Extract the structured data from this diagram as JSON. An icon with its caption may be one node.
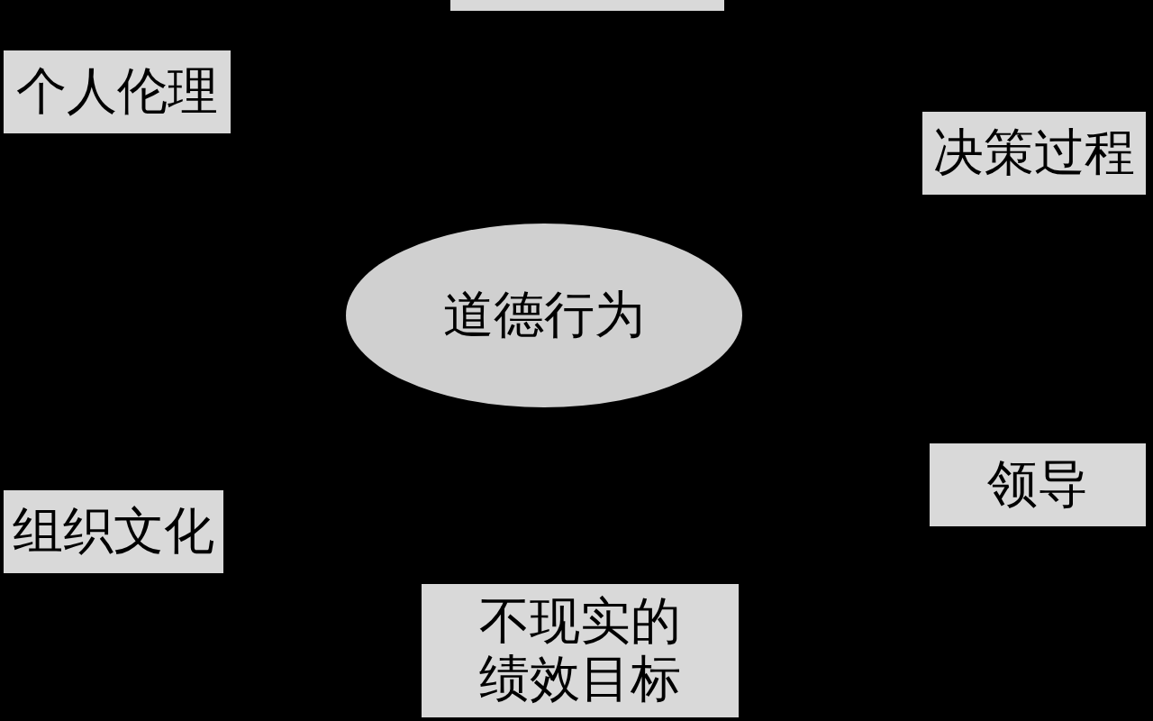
{
  "diagram": {
    "nodes": [
      {
        "text": [
          "道德行为"
        ]
      },
      {
        "text": [],
        "shape": "box"
      },
      {
        "text": [
          "个人伦理"
        ]
      },
      {
        "text": [
          "决策过程"
        ]
      },
      {
        "text": [
          "领导"
        ]
      },
      {
        "text": [
          "组织文化"
        ]
      },
      {
        "text": [
          "不现实的绩效目标"
        ]
      }
    ]
  }
}
